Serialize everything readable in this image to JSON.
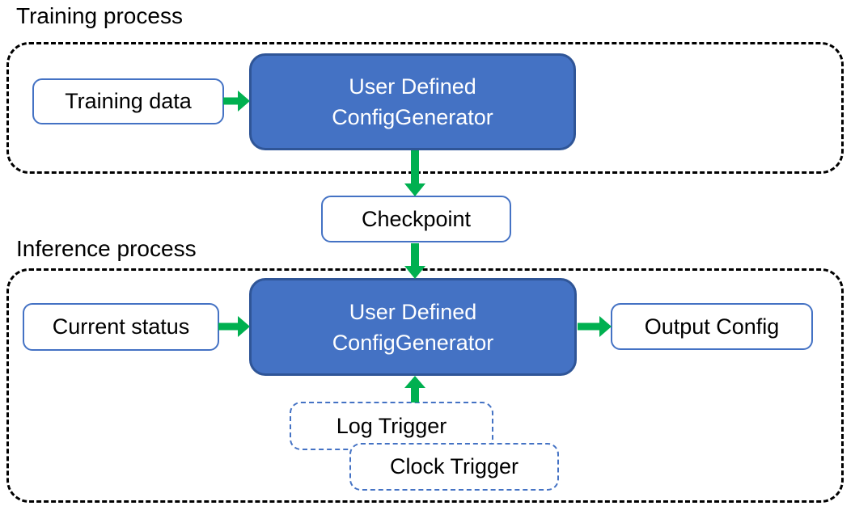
{
  "diagram": {
    "training": {
      "label": "Training process",
      "input": "Training data",
      "generator_line1": "User Defined",
      "generator_line2": "ConfigGenerator"
    },
    "checkpoint": "Checkpoint",
    "inference": {
      "label": "Inference process",
      "input": "Current status",
      "generator_line1": "User Defined",
      "generator_line2": "ConfigGenerator",
      "output": "Output Config",
      "log_trigger": "Log Trigger",
      "clock_trigger": "Clock Trigger"
    },
    "connections": [
      {
        "from": "training-data",
        "to": "training-generator",
        "direction": "right"
      },
      {
        "from": "training-generator",
        "to": "checkpoint",
        "direction": "down"
      },
      {
        "from": "checkpoint",
        "to": "inference-generator",
        "direction": "down"
      },
      {
        "from": "current-status",
        "to": "inference-generator",
        "direction": "right"
      },
      {
        "from": "inference-generator",
        "to": "output-config",
        "direction": "right"
      },
      {
        "from": "log-trigger",
        "to": "inference-generator",
        "direction": "up"
      }
    ],
    "colors": {
      "generator_fill": "#4472C4",
      "generator_border": "#2F5597",
      "box_border": "#4472C4",
      "arrow_green": "#00B050",
      "container_border": "#000000",
      "text_dark": "#000000",
      "text_light": "#FFFFFF"
    }
  }
}
